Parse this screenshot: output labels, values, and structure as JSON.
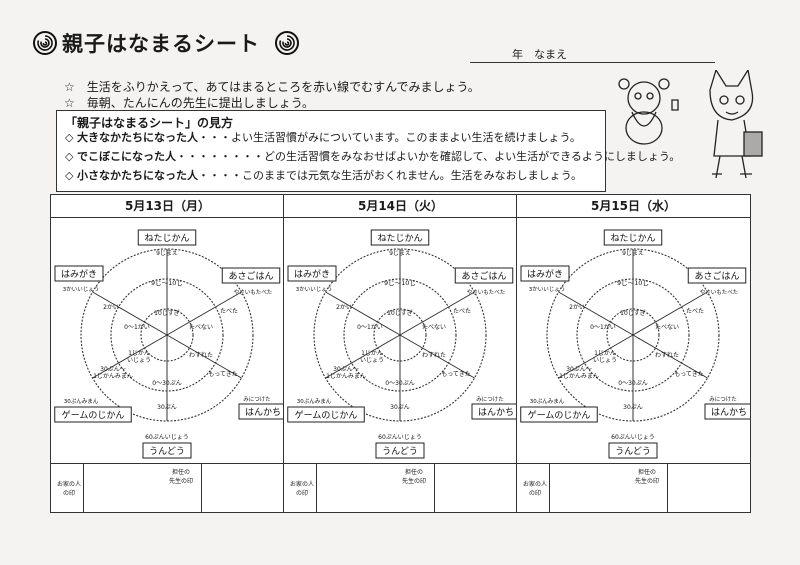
{
  "header": {
    "title": "親子はなまるシート",
    "name_label": "年　なまえ"
  },
  "instructions": [
    "☆　生活をふりかえって、あてはまるところを赤い線でむすんでみましょう。",
    "☆　毎朝、たんにんの先生に提出しましょう。"
  ],
  "guide": {
    "title": "「親子はなまるシート」の見方",
    "lines": [
      {
        "bullet": "◇",
        "lead": "大きなかたちになった人",
        "text": "・・・よい生活習慣がみについています。このままよい生活を続けましょう。"
      },
      {
        "bullet": "◇",
        "lead": "でこぼこになった人",
        "text": "・・・・・・・・どの生活習慣をみなおせばよいかを確認して、よい生活ができるようにしましょう。"
      },
      {
        "bullet": "◇",
        "lead": "小さなかたちになった人",
        "text": "・・・・このままでは元気な生活がおくれません。生活をみなおしましょう。"
      }
    ]
  },
  "days": [
    {
      "date": "5月13日（月）"
    },
    {
      "date": "5月14日（火）"
    },
    {
      "date": "5月15日（水）"
    }
  ],
  "radar": {
    "axes": {
      "bedtime": {
        "label": "ねたじかん",
        "outer": "9じまえ",
        "middle": "9じ〜10じ",
        "inner": "10じすぎ"
      },
      "breakfast": {
        "label": "あさごはん",
        "outer": "やさいもたべた",
        "middle": "たべた",
        "inner": "たべない"
      },
      "handkerchief": {
        "label": "はんかち",
        "outer": "みにつけた",
        "middle": "もってきた",
        "inner": "わすれた"
      },
      "exercise": {
        "label": "うんどう",
        "outer": "60ぷんいじょう",
        "middle": "30ぷん",
        "inner": "0〜30ぷん"
      },
      "game": {
        "label": "ゲームのじかん",
        "outer": "30ぷんみまん",
        "middle": "30ぷん〜\n1じかんみまん",
        "inner": "1じかん\nいじょう"
      },
      "brushing": {
        "label": "はみがき",
        "outer": "3かいいじょう",
        "middle": "2かい",
        "inner": "0〜1かい"
      }
    }
  },
  "stamps": {
    "parent": "お家の人\nの印",
    "teacher": "担任の\n先生の印"
  }
}
